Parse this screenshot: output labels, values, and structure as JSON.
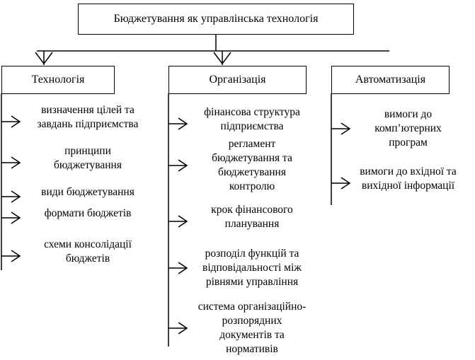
{
  "title": "Бюджетування як управлінська технологія",
  "columns": [
    {
      "header": "Технологія",
      "items": [
        [
          "визначення цілей та",
          "завдань підприємства"
        ],
        [
          "принципи",
          "бюджетування"
        ],
        [
          "види бюджетування"
        ],
        [
          "формати бюджетів"
        ],
        [
          "схеми консолідації",
          "бюджетів"
        ]
      ]
    },
    {
      "header": "Організація",
      "items": [
        [
          "фінансова структура",
          "підприємства"
        ],
        [
          "регламент",
          "бюджетування та",
          "бюджетування",
          "контролю"
        ],
        [
          "крок фінансового",
          "планування"
        ],
        [
          "розподіл функцій та",
          "відповідальності між",
          "рівнями управління"
        ],
        [
          "система організаційно-",
          "розпорядних",
          "документів та",
          "нормативів"
        ]
      ]
    },
    {
      "header": "Автоматизація",
      "items": [
        [
          "вимоги до",
          "комп’ютерних",
          "програм"
        ],
        [
          "вимоги до вхідної та",
          "вихідної інформації"
        ]
      ]
    }
  ]
}
